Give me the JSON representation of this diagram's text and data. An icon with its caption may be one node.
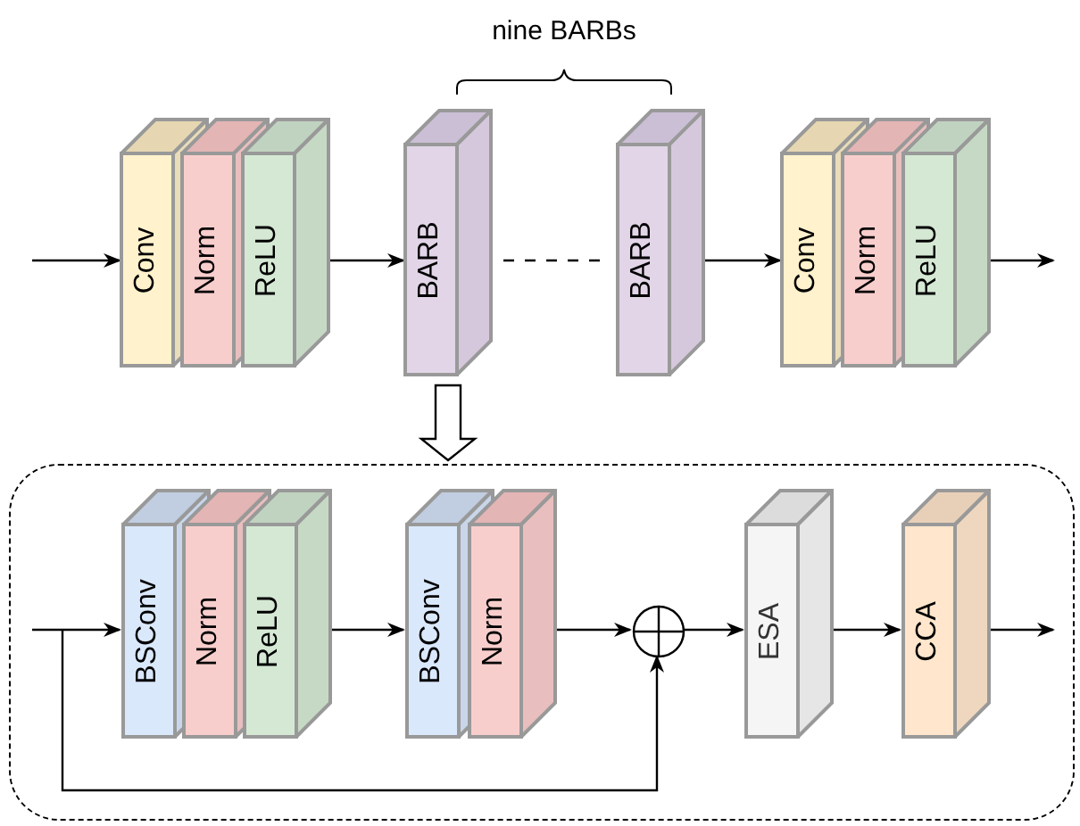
{
  "diagram": {
    "nodes": [
      {
        "text": [
          "Conv"
        ]
      },
      {
        "text": [
          "Norm"
        ]
      },
      {
        "text": [
          "ReLU"
        ]
      },
      {
        "text": [
          "BARB"
        ]
      },
      {
        "text": [
          "BARB"
        ]
      },
      {
        "text": [
          "Conv"
        ]
      },
      {
        "text": [
          "Norm"
        ]
      },
      {
        "text": [
          "ReLU"
        ]
      },
      {
        "text": [],
        "shape": "box"
      },
      {
        "text": [
          "BSConv"
        ],
        "in": 8
      },
      {
        "text": [
          "Norm"
        ],
        "in": 8
      },
      {
        "text": [
          "ReLU"
        ],
        "in": 8
      },
      {
        "text": [
          "BSConv"
        ],
        "in": 8
      },
      {
        "text": [
          "Norm"
        ],
        "in": 8
      },
      {
        "text": [],
        "shape": "circle",
        "in": 8
      },
      {
        "text": [
          "ESA"
        ],
        "in": 8
      },
      {
        "text": [
          "CCA"
        ],
        "in": 8
      }
    ],
    "edges": [
      {
        "from": null,
        "to": 0,
        "arrow": "to"
      },
      {
        "from": 2,
        "to": 3,
        "arrow": "to"
      },
      {
        "from": 3,
        "to": 4,
        "arrow": "none",
        "style": "dashed"
      },
      {
        "from": 4,
        "to": 5,
        "arrow": "to"
      },
      {
        "from": 7,
        "to": null,
        "arrow": "to"
      },
      {
        "from": 3,
        "to": 8,
        "arrow": "to",
        "style": "thick"
      },
      {
        "from": null,
        "to": 9,
        "arrow": "to"
      },
      {
        "from": 11,
        "to": 12,
        "arrow": "to"
      },
      {
        "from": 13,
        "to": 14,
        "arrow": "to"
      },
      {
        "from": null,
        "to": 14,
        "arrow": "to"
      },
      {
        "from": 14,
        "to": 15,
        "arrow": "to"
      },
      {
        "from": 15,
        "to": 16,
        "arrow": "to"
      },
      {
        "from": 16,
        "to": null,
        "arrow": "to"
      }
    ],
    "labels": [
      "nine BARBs"
    ]
  }
}
